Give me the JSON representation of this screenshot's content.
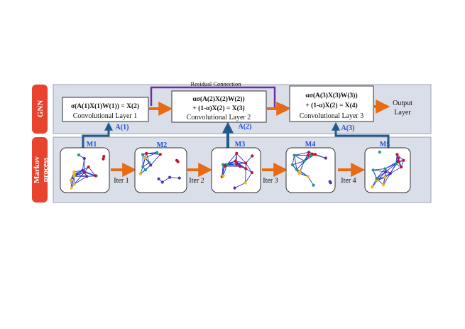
{
  "sections": {
    "gnn_label": "GNN",
    "markov_label_line1": "Markov",
    "markov_label_line2": "process"
  },
  "residual_label": "Residual Connection",
  "layers": [
    {
      "formula_a": "σ(A(1)X(1)W(1)) = X(2)",
      "formula_b": "",
      "title": "Convolutional Layer 1",
      "input_label": "A(1)"
    },
    {
      "formula_a": "ασ(A(2)X(2)W(2))",
      "formula_b": "+ (1-α)X(2) = X(3)",
      "title": "Convolutional Layer 2",
      "input_label": "A(2)"
    },
    {
      "formula_a": "ασ(A(3)X(3)W(3))",
      "formula_b": "+ (1-α)X(2) = X(4)",
      "title": "Convolutional Layer 3",
      "input_label": "A(3)"
    }
  ],
  "output": {
    "line1": "Output",
    "line2": "Layer"
  },
  "states": [
    "M1",
    "M2",
    "M3",
    "M4",
    "M5"
  ],
  "iterations": [
    "Iter 1",
    "Iter 2",
    "Iter 3",
    "Iter 4"
  ],
  "colors": {
    "section_tag": "#e8432e",
    "band": "#d9dee8",
    "arrow_orange": "#e86a12",
    "link_blue": "#235a8d",
    "residual": "#7030a0",
    "node_red": "#c8102e",
    "node_green": "#1e9e6a",
    "node_yellow": "#f2b60c",
    "node_purple": "#5a2bb0",
    "edge_blue": "#2438c4"
  }
}
